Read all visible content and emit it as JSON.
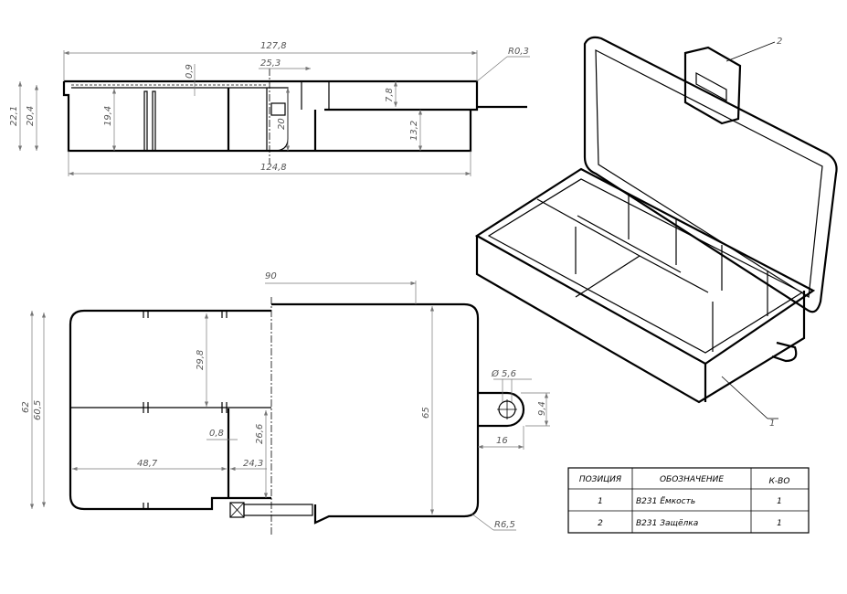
{
  "front_view": {
    "dims": {
      "overall_length": "127,8",
      "inner_length": "124,8",
      "radius": "R0,3",
      "h_total": "22,1",
      "h_body": "20,4",
      "h_inner": "19,4",
      "wall": "0,9",
      "latch_offset": "25,3",
      "latch_h": "20",
      "lid_h": "7,8",
      "tray_h": "13,2"
    }
  },
  "plan_view": {
    "dims": {
      "width_total": "62",
      "width_inner": "60,5",
      "cell_h": "29,8",
      "partition": "0,8",
      "cell_h2": "26,6",
      "cell_w": "48,7",
      "cell_w2": "24,3",
      "lid_offset": "90",
      "lid_w": "65",
      "hole": "Ø 5,6",
      "tab_h": "9,4",
      "tab_len": "16",
      "corner_r": "R6,5"
    }
  },
  "callouts": {
    "item1": "1",
    "item2": "2"
  },
  "parts_table": {
    "headers": [
      "ПОЗИЦИЯ",
      "ОБОЗНАЧЕНИЕ",
      "К-ВО"
    ],
    "rows": [
      {
        "pos": "1",
        "name": "B231 Ёмкость",
        "qty": "1"
      },
      {
        "pos": "2",
        "name": "B231 Защёлка",
        "qty": "1"
      }
    ]
  }
}
